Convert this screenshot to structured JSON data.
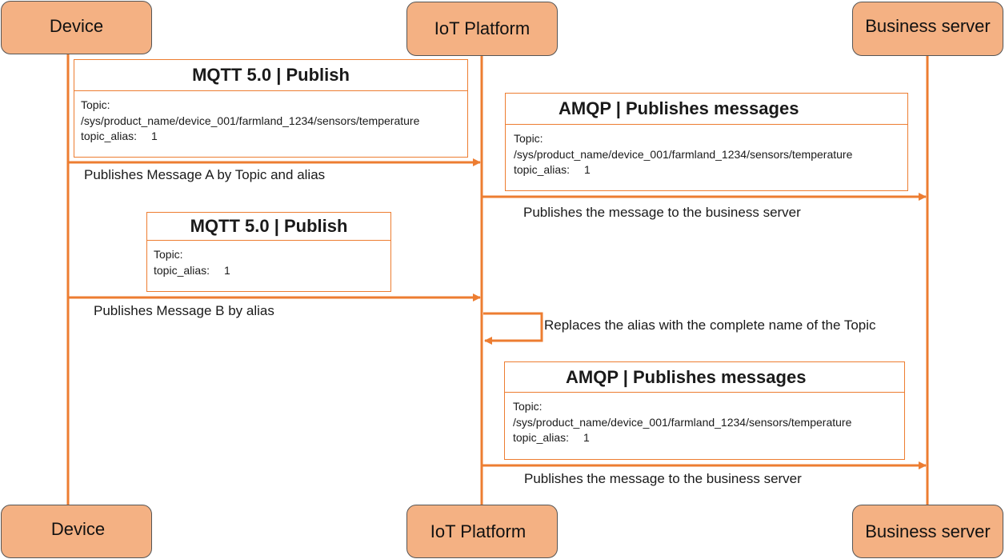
{
  "actors": {
    "device": "Device",
    "iot_platform": "IoT Platform",
    "business_server": "Business server"
  },
  "colors": {
    "actor_fill": "#f4b183",
    "line": "#ed7d31",
    "box_border": "#ed7d31"
  },
  "messages": {
    "mqtt_publish_a": {
      "title": "MQTT 5.0 | Publish",
      "topic_label": "Topic:",
      "topic_value": "/sys/product_name/device_001/farmland_1234/sensors/temperature",
      "alias_label": "topic_alias:",
      "alias_value": "1",
      "arrow_label": "Publishes Message A by Topic and alias"
    },
    "amqp_publish_1": {
      "title": "AMQP | Publishes  messages",
      "topic_label": "Topic:",
      "topic_value": "/sys/product_name/device_001/farmland_1234/sensors/temperature",
      "alias_label": "topic_alias:",
      "alias_value": "1",
      "arrow_label": "Publishes the message to the business server"
    },
    "mqtt_publish_b": {
      "title": "MQTT 5.0 | Publish",
      "topic_label": "Topic:",
      "alias_label": "topic_alias:",
      "alias_value": "1",
      "arrow_label": "Publishes Message B by alias"
    },
    "self_replace": {
      "label": "Replaces the alias with the complete name of the Topic"
    },
    "amqp_publish_2": {
      "title": "AMQP | Publishes  messages",
      "topic_label": "Topic:",
      "topic_value": "/sys/product_name/device_001/farmland_1234/sensors/temperature",
      "alias_label": "topic_alias:",
      "alias_value": "1",
      "arrow_label": "Publishes the message to the business server"
    }
  }
}
